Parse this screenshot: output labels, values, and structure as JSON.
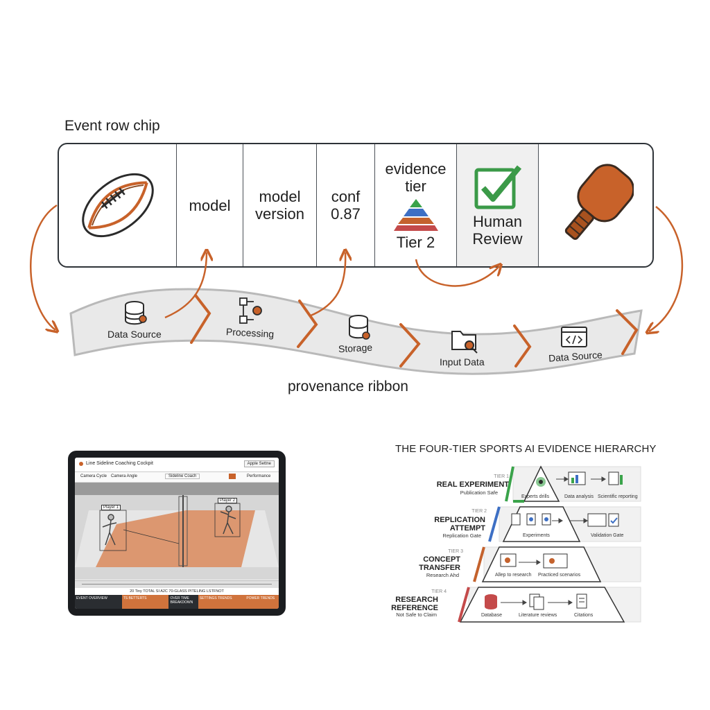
{
  "chip": {
    "title": "Event row chip",
    "cells": {
      "model": "model",
      "model_version": "model version",
      "conf": "conf 0.87",
      "evidence_tier": "evidence tier",
      "tier_value": "Tier 2",
      "human_review": "Human Review"
    },
    "icons": [
      "rugby-ball-icon",
      "pyramid-icon",
      "checkbox-icon",
      "pickleball-paddle-icon"
    ]
  },
  "ribbon": {
    "label": "provenance ribbon",
    "steps": [
      {
        "label": "Data Source",
        "icon": "database-icon"
      },
      {
        "label": "Processing",
        "icon": "workflow-icon"
      },
      {
        "label": "Storage",
        "icon": "database-icon"
      },
      {
        "label": "Input Data",
        "icon": "folder-search-icon"
      },
      {
        "label": "Data Source",
        "icon": "code-window-icon"
      }
    ]
  },
  "tablet": {
    "title": "Line Sideline Coaching Cockpit",
    "top_button": "Apple Settne",
    "toolbar": [
      "Camera Cycle",
      "Camera Angle",
      "Sideline Coach",
      "Performance"
    ],
    "players": [
      "Player 1",
      "Player 2"
    ],
    "stat_rows": [
      "20 Tiny TOTAL SI A2C 70-GLASS PITELING LSTFNOT"
    ],
    "bottom_cells": [
      "EVENT OVERVIEW",
      "TS BETTERTS",
      "OVER TIME BREAKDOWN",
      "SETTINGS TRENDS",
      "POWER TRENDS"
    ]
  },
  "hierarchy": {
    "title": "THE FOUR-TIER SPORTS AI EVIDENCE HIERARCHY",
    "tiers": [
      {
        "num": "TIER 1",
        "name": "REAL EXPERIMENT",
        "sub": "Publication Safe",
        "color": "#3aa34a",
        "items": [
          "Experts drills",
          "Data analysis",
          "Scientific reporting"
        ]
      },
      {
        "num": "TIER 2",
        "name": "REPLICATION ATTEMPT",
        "sub": "Replication Gate",
        "color": "#3d6fc4",
        "items": [
          "Experiments",
          "Validation Gate"
        ]
      },
      {
        "num": "TIER 3",
        "name": "CONCEPT TRANSFER",
        "sub": "Research Ahd",
        "color": "#c4622d",
        "items": [
          "Allep to research",
          "Practiced scenarios"
        ]
      },
      {
        "num": "TIER 4",
        "name": "RESEARCH REFERENCE",
        "sub": "Not Safe to Claim",
        "color": "#c44a4a",
        "items": [
          "Database",
          "Literature reviews",
          "Citations"
        ]
      }
    ]
  },
  "colors": {
    "accent": "#c8622a",
    "border": "#2e3338",
    "ribbon": "#e9e9e9"
  }
}
